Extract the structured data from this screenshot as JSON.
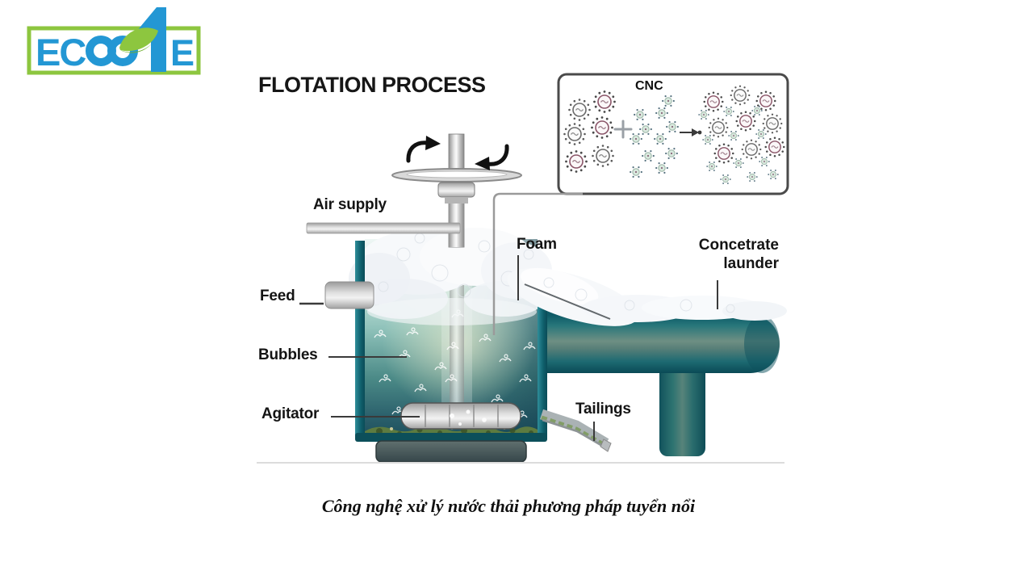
{
  "page": {
    "background": "#ffffff"
  },
  "logo": {
    "brand": "ECO ONE",
    "left_text": "EC",
    "numeral": "1",
    "right_text": "E",
    "blue": "#2397d4",
    "green": "#8dc63f"
  },
  "diagram": {
    "title": "FLOTATION PROCESS",
    "inset": {
      "title": "CNC"
    },
    "labels": {
      "air_supply": "Air supply",
      "feed": "Feed",
      "bubbles": "Bubbles",
      "agitator": "Agitator",
      "foam": "Foam",
      "concentrate_launder": "Concetrate launder",
      "tailings": "Tailings"
    },
    "colors": {
      "tank_teal": "#156a77",
      "water_teal": "#4f8a88",
      "metal_gray": "#c2c2c2",
      "foam_white": "#f6f8fa",
      "sediment_green": "#5d7b40"
    }
  },
  "caption": "Công nghệ xử lý nước thải phương pháp tuyển nổi"
}
